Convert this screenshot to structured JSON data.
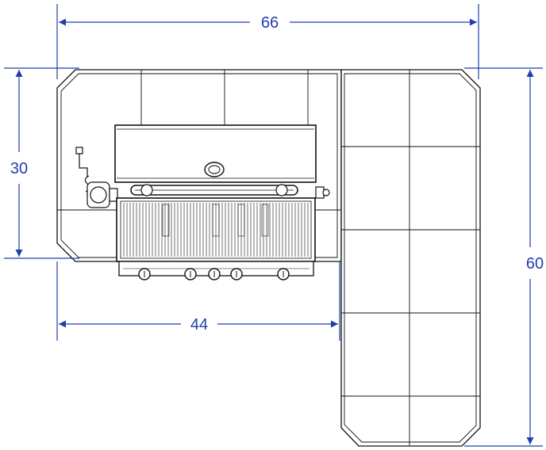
{
  "dimensions": {
    "overall_width": "66",
    "left_depth": "30",
    "left_width": "44",
    "right_depth": "60"
  },
  "colors": {
    "dimension": "#1f3fae",
    "outline": "#111111",
    "background": "#ffffff"
  }
}
